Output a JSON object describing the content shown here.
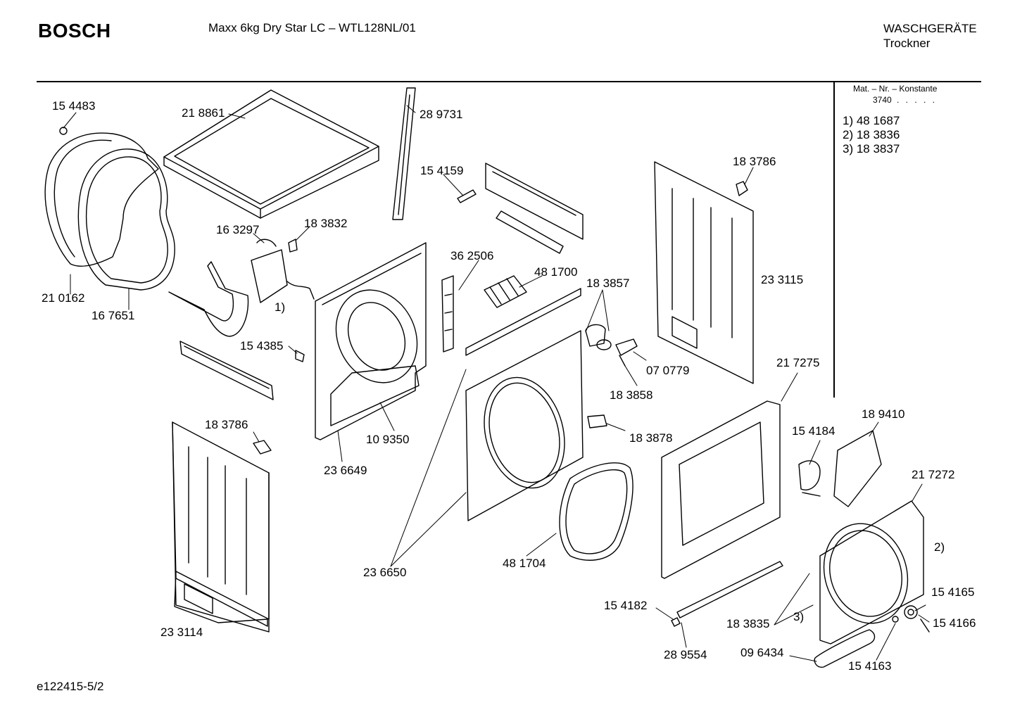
{
  "header": {
    "brand": "BOSCH",
    "model": "Maxx 6kg Dry Star LC – WTL128NL/01",
    "category_line1": "WASCHGERÄTE",
    "category_line2": "Trockner"
  },
  "footer": {
    "doc_id": "e122415-5/2"
  },
  "material_box": {
    "heading": "Mat. – Nr. – Konstante",
    "constant": "3740",
    "dots": ". . . . .",
    "notes": [
      "1) 48 1687",
      "2) 18 3836",
      "3) 18 3837"
    ]
  },
  "part_labels": [
    "15 4483",
    "21 8861",
    "28 9731",
    "15 4159",
    "18 3786",
    "16 3297",
    "18 3832",
    "1)",
    "36 2506",
    "48 1700",
    "18 3857",
    "23 3115",
    "21 0162",
    "16 7651",
    "15 4385",
    "07 0779",
    "18 3858",
    "21 7275",
    "10 9350",
    "23 6649",
    "18 3786",
    "18 3878",
    "15 4184",
    "18 9410",
    "21 7272",
    "48 1704",
    "2)",
    "23 6650",
    "15 4165",
    "15 4182",
    "18 3835",
    "3)",
    "15 4166",
    "23 3114",
    "28 9554",
    "09 6434",
    "15 4163"
  ]
}
